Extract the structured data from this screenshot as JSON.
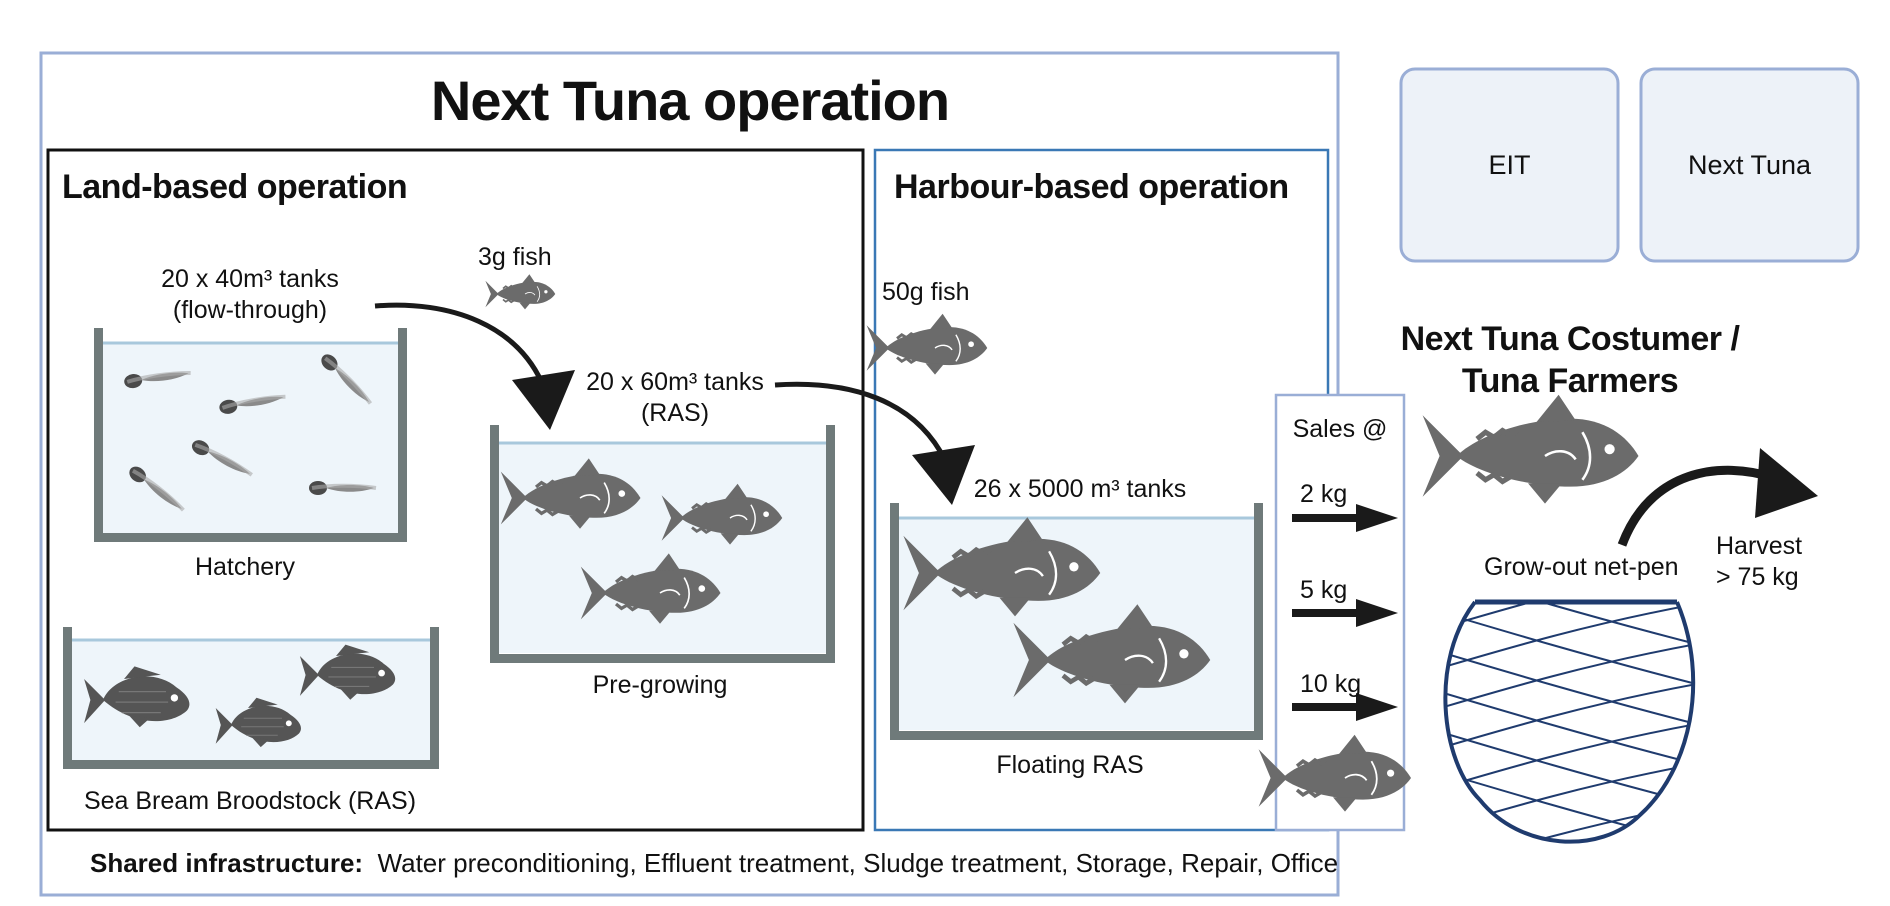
{
  "title": "Next Tuna operation",
  "land": {
    "heading": "Land-based operation",
    "hatchery_tanks_line1": "20 x 40m³ tanks",
    "hatchery_tanks_line2": "(flow-through)",
    "hatchery_label": "Hatchery",
    "fish_3g": "3g fish",
    "pregrow_tanks_line1": "20 x 60m³ tanks",
    "pregrow_tanks_line2": "(RAS)",
    "pregrow_label": "Pre-growing",
    "broodstock_label": "Sea Bream Broodstock (RAS)"
  },
  "harbour": {
    "heading": "Harbour-based operation",
    "fish_50g": "50g fish",
    "floating_tanks": "26 x 5000 m³ tanks",
    "floating_label": "Floating RAS"
  },
  "sales": {
    "heading": "Sales @",
    "weights": [
      "2  kg",
      "5  kg",
      "10 kg"
    ]
  },
  "partners": [
    "EIT",
    "Next Tuna"
  ],
  "customer": {
    "line1": "Next Tuna Costumer /",
    "line2": "Tuna Farmers",
    "netpen_label": "Grow-out net-pen",
    "harvest_line1": "Harvest",
    "harvest_line2": "> 75 kg"
  },
  "footer": {
    "label": "Shared infrastructure:",
    "text": "Water preconditioning, Effluent treatment, Sludge treatment, Storage, Repair, Office"
  },
  "colors": {
    "frame_blue": "#9aaed6",
    "section_blue": "#3a78b5",
    "fish_gray": "#6b6b6b",
    "tank_gray": "#6f7a7a",
    "water": "#eef5fa",
    "partner_fill": "#edf2f8",
    "net_blue": "#1f3b6e"
  }
}
